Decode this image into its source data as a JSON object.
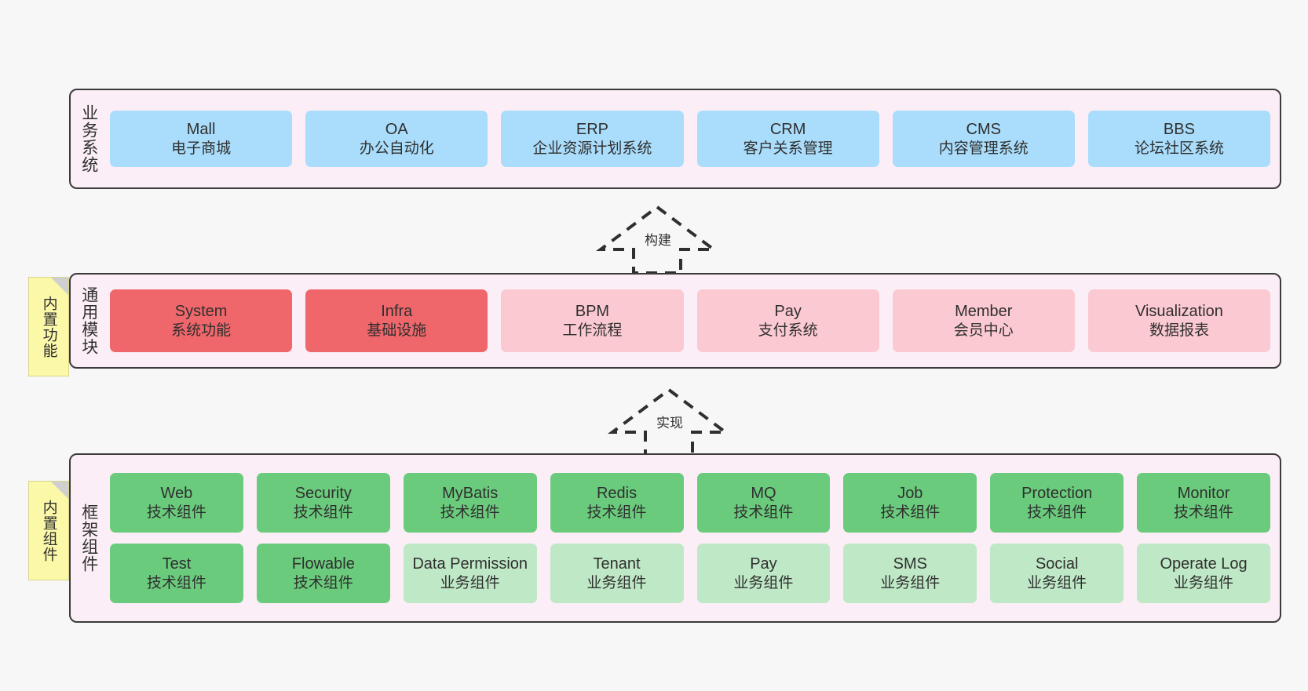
{
  "diagram": {
    "title_layers": [
      "业务系统",
      "通用模块",
      "框架组件"
    ],
    "notes": [
      {
        "name": "builtin-features-note",
        "text": "内置功能"
      },
      {
        "name": "builtin-components-note",
        "text": "内置组件"
      }
    ],
    "connectors": [
      {
        "name": "build-arrow",
        "label": "构建",
        "style": "dashed-hollow-triangle-up"
      },
      {
        "name": "implement-arrow",
        "label": "实现",
        "style": "dashed-hollow-triangle-up"
      }
    ]
  },
  "layers": {
    "business": {
      "title": "业务系统",
      "band_color": "#fbeef6",
      "items": [
        {
          "name": "mall",
          "title": "Mall",
          "subtitle": "电子商城",
          "color": "#aaddfb"
        },
        {
          "name": "oa",
          "title": "OA",
          "subtitle": "办公自动化",
          "color": "#aaddfb"
        },
        {
          "name": "erp",
          "title": "ERP",
          "subtitle": "企业资源计划系统",
          "color": "#aaddfb"
        },
        {
          "name": "crm",
          "title": "CRM",
          "subtitle": "客户关系管理",
          "color": "#aaddfb"
        },
        {
          "name": "cms",
          "title": "CMS",
          "subtitle": "内容管理系统",
          "color": "#aaddfb"
        },
        {
          "name": "bbs",
          "title": "BBS",
          "subtitle": "论坛社区系统",
          "color": "#aaddfb"
        }
      ]
    },
    "common": {
      "title": "通用模块",
      "note": "内置功能",
      "band_color": "#fbeef6",
      "items": [
        {
          "name": "system",
          "title": "System",
          "subtitle": "系统功能",
          "color": "#f0676b"
        },
        {
          "name": "infra",
          "title": "Infra",
          "subtitle": "基础设施",
          "color": "#f0676b"
        },
        {
          "name": "bpm",
          "title": "BPM",
          "subtitle": "工作流程",
          "color": "#fbc9d1"
        },
        {
          "name": "pay",
          "title": "Pay",
          "subtitle": "支付系统",
          "color": "#fbc9d1"
        },
        {
          "name": "member",
          "title": "Member",
          "subtitle": "会员中心",
          "color": "#fbc9d1"
        },
        {
          "name": "visualization",
          "title": "Visualization",
          "subtitle": "数据报表",
          "color": "#fbc9d1"
        }
      ]
    },
    "framework": {
      "title": "框架组件",
      "note": "内置组件",
      "band_color": "#fbeef6",
      "row1": [
        {
          "name": "web",
          "title": "Web",
          "subtitle": "技术组件",
          "color": "#6bcb7d"
        },
        {
          "name": "security",
          "title": "Security",
          "subtitle": "技术组件",
          "color": "#6bcb7d"
        },
        {
          "name": "mybatis",
          "title": "MyBatis",
          "subtitle": "技术组件",
          "color": "#6bcb7d"
        },
        {
          "name": "redis",
          "title": "Redis",
          "subtitle": "技术组件",
          "color": "#6bcb7d"
        },
        {
          "name": "mq",
          "title": "MQ",
          "subtitle": "技术组件",
          "color": "#6bcb7d"
        },
        {
          "name": "job",
          "title": "Job",
          "subtitle": "技术组件",
          "color": "#6bcb7d"
        },
        {
          "name": "protection",
          "title": "Protection",
          "subtitle": "技术组件",
          "color": "#6bcb7d"
        },
        {
          "name": "monitor",
          "title": "Monitor",
          "subtitle": "技术组件",
          "color": "#6bcb7d"
        }
      ],
      "row2": [
        {
          "name": "test",
          "title": "Test",
          "subtitle": "技术组件",
          "color": "#6bcb7d"
        },
        {
          "name": "flowable",
          "title": "Flowable",
          "subtitle": "技术组件",
          "color": "#6bcb7d"
        },
        {
          "name": "data-permission",
          "title": "Data Permission",
          "subtitle": "业务组件",
          "color": "#bfe8c6"
        },
        {
          "name": "tenant",
          "title": "Tenant",
          "subtitle": "业务组件",
          "color": "#bfe8c6"
        },
        {
          "name": "pay",
          "title": "Pay",
          "subtitle": "业务组件",
          "color": "#bfe8c6"
        },
        {
          "name": "sms",
          "title": "SMS",
          "subtitle": "业务组件",
          "color": "#bfe8c6"
        },
        {
          "name": "social",
          "title": "Social",
          "subtitle": "业务组件",
          "color": "#bfe8c6"
        },
        {
          "name": "operate-log",
          "title": "Operate Log",
          "subtitle": "业务组件",
          "color": "#bfe8c6"
        }
      ]
    }
  }
}
